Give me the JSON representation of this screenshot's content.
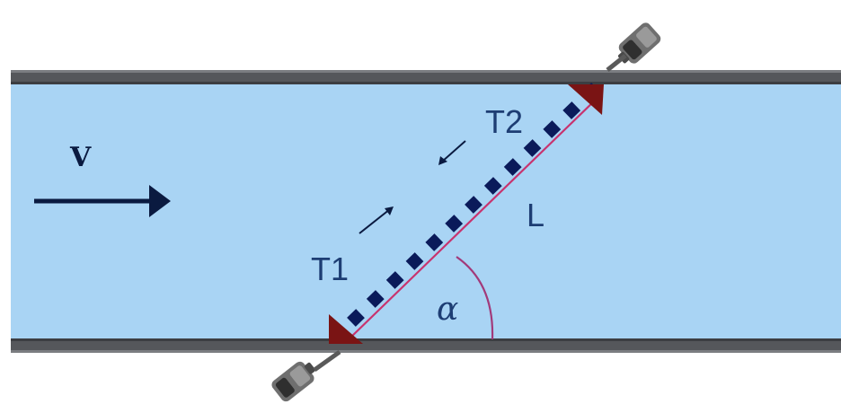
{
  "labels": {
    "velocity": "V",
    "transit_time_1": "T1",
    "transit_time_2": "T2",
    "path_length": "L",
    "angle": "α"
  },
  "colors": {
    "fluid": "#a9d4f4",
    "pipe_wall": "#55575b",
    "pipe_wall_edge": "#3c3e42",
    "label": "#1d3d73",
    "beam": "#0a1a5a",
    "path_line": "#c8336e",
    "angle_arc": "#a23a7a",
    "transducer": "#7a1414",
    "sensor_body": "#6f6f6f"
  },
  "icons": {
    "flow_arrow": "right-arrow",
    "sensor": "clamp-on-transducer"
  }
}
